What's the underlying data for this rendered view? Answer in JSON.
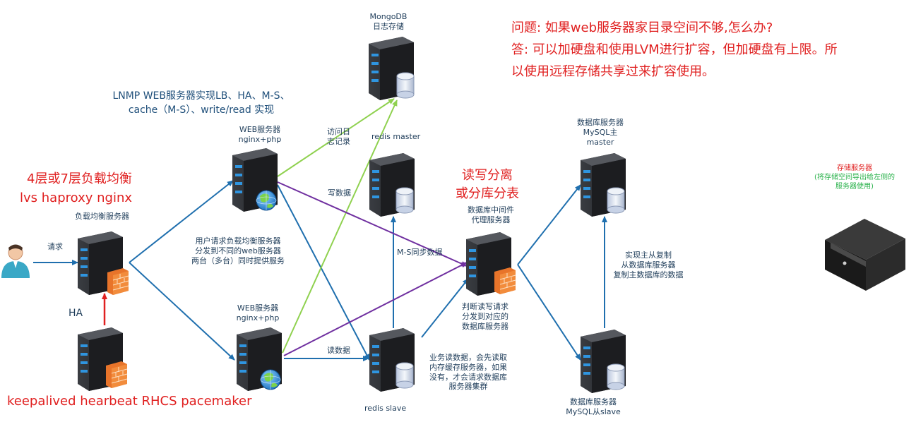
{
  "question": {
    "line1": "问题: 如果web服务器家目录空间不够,怎么办?",
    "line2": "答: 可以加硬盘和使用LVM进行扩容，但加硬盘有上限。所",
    "line3": "以使用远程存储共享过来扩容使用。"
  },
  "lnmp": {
    "line1": "LNMP WEB服务器实现LB、HA、M-S、",
    "line2": "cache（M-S）、write/read 实现"
  },
  "lb_layer": {
    "line1": "4层或7层负载均衡",
    "line2": "lvs haproxy nginx"
  },
  "ha_tools": "keepalived hearbeat RHCS pacemaker",
  "rw_split": {
    "line1": "读写分离",
    "line2": "或分库分表"
  },
  "labels": {
    "mongodb_1": "MongoDB",
    "mongodb_2": "日志存储",
    "web1_1": "WEB服务器",
    "web1_2": "nginx+php",
    "web2_1": "WEB服务器",
    "web2_2": "nginx+php",
    "lb": "负载均衡服务器",
    "request": "请求",
    "ha": "HA",
    "redis_master": "redis  master",
    "redis_slave": "redis  slave",
    "access_log_1": "访问日",
    "access_log_2": "志记录",
    "write_data": "写数据",
    "read_data": "读数据",
    "ms_sync": "M-S同步数据",
    "proxy_1": "数据库中间件",
    "proxy_2": "代理服务器",
    "judge_1": "判断读写请求",
    "judge_2": "分发到对应的",
    "judge_3": "数据库服务器",
    "dispatch_1": "用户请求负载均衡服务器",
    "dispatch_2": "分发到不同的web服务器",
    "dispatch_3": "两台（多台）同时提供服务",
    "business_1": "业务读数据，会先读取",
    "business_2": "内存缓存服务器，如果",
    "business_3": "没有，才会请求数据库",
    "business_4": "服务器集群",
    "db_master_1": "数据库服务器",
    "db_master_2": "MySQL主",
    "db_master_3": "master",
    "db_slave_1": "数据库服务器",
    "db_slave_2": "MySQL从slave",
    "replication_1": "实现主从复制",
    "replication_2": "从数据库服务器",
    "replication_3": "复制主数据库的数据",
    "storage_1": "存储服务器",
    "storage_2": "(将存储空间导出给左侧的",
    "storage_3": "服务器使用)"
  },
  "colors": {
    "blue_arrow": "#1f6fae",
    "green_arrow": "#8fd14f",
    "purple_arrow": "#7030a0",
    "red_arrow": "#e02020",
    "text_red": "#e02020",
    "text_dark": "#1f3d5a",
    "storage_green": "#2bb24c"
  }
}
